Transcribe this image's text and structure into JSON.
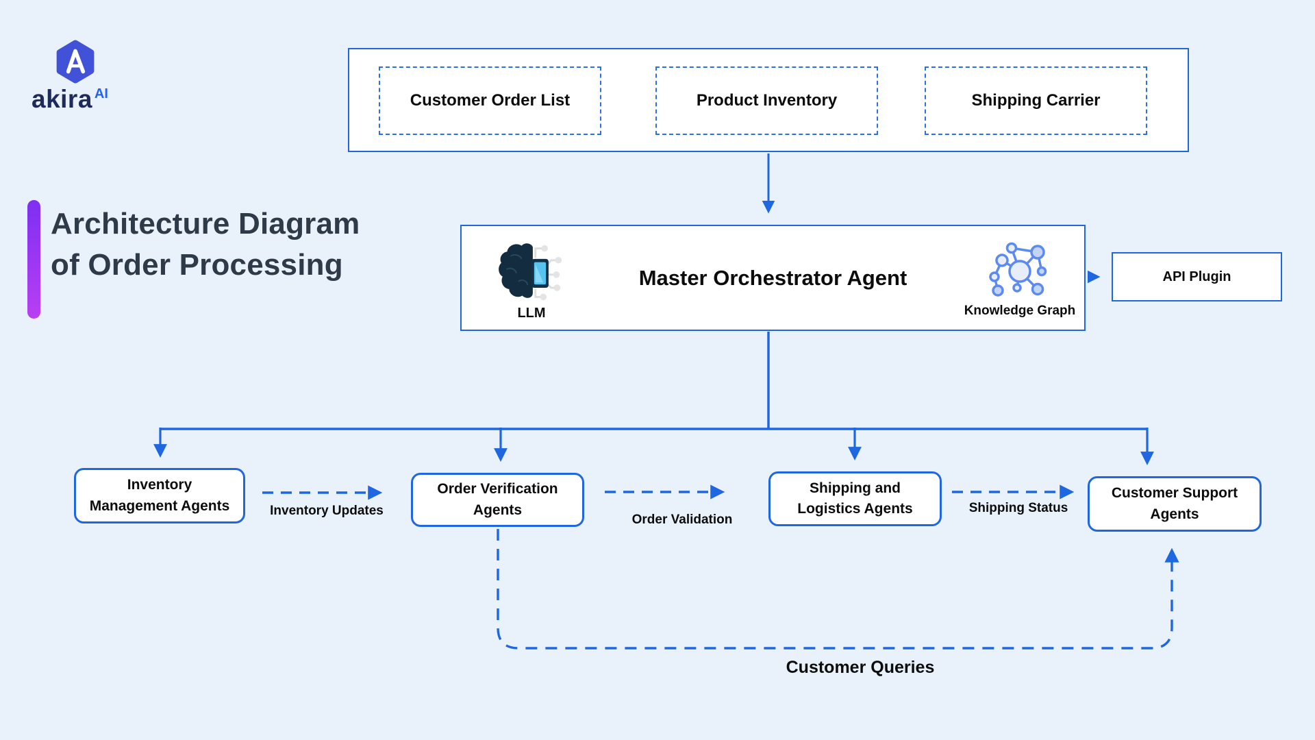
{
  "colors": {
    "background": "#e9f1fb",
    "accent_blue": "#1e67e0",
    "title_text": "#2f3a48",
    "accent_bar_top": "#7e2ff0",
    "accent_bar_bottom": "#b93ff2",
    "brand_navy": "#1e2a5a",
    "brand_blue": "#2563eb"
  },
  "logo": {
    "brand": "akira",
    "suffix": "AI"
  },
  "title": {
    "line1": "Architecture Diagram",
    "line2": "of Order Processing"
  },
  "data_sources": {
    "items": [
      {
        "label": "Customer Order List"
      },
      {
        "label": "Product Inventory"
      },
      {
        "label": "Shipping Carrier"
      }
    ]
  },
  "orchestrator": {
    "title": "Master Orchestrator Agent",
    "llm_label": "LLM",
    "knowledge_graph_label": "Knowledge Graph"
  },
  "api_plugin": {
    "label": "API Plugin"
  },
  "agents": [
    {
      "label": "Inventory Management Agents"
    },
    {
      "label": "Order Verification Agents"
    },
    {
      "label": "Shipping and Logistics Agents"
    },
    {
      "label": "Customer Support Agents"
    }
  ],
  "flow_labels": {
    "inventory_updates": "Inventory Updates",
    "order_validation": "Order Validation",
    "shipping_status": "Shipping Status",
    "customer_queries": "Customer Queries"
  }
}
